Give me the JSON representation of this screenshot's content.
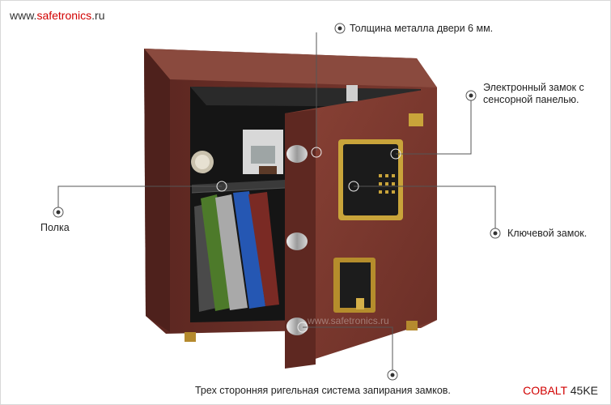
{
  "watermark": {
    "site_prefix": "www.",
    "site_highlight": "safetronics",
    "site_suffix": ".ru",
    "center_text": "www.safetronics.ru"
  },
  "callouts": {
    "door_thickness": "Толщина металла двери 6 мм.",
    "electronic_lock_line1": "Электронный замок с",
    "electronic_lock_line2": "сенсорной панелью.",
    "shelf": "Полка",
    "key_lock": "Ключевой замок.",
    "bolt_system": "Трех сторонняя ригельная система запирания замков."
  },
  "model": {
    "brand": "COBALT",
    "code": "45KE"
  },
  "colors": {
    "accent": "#d10000",
    "safe_body": "#6b2f27",
    "safe_door": "#7a362d"
  }
}
